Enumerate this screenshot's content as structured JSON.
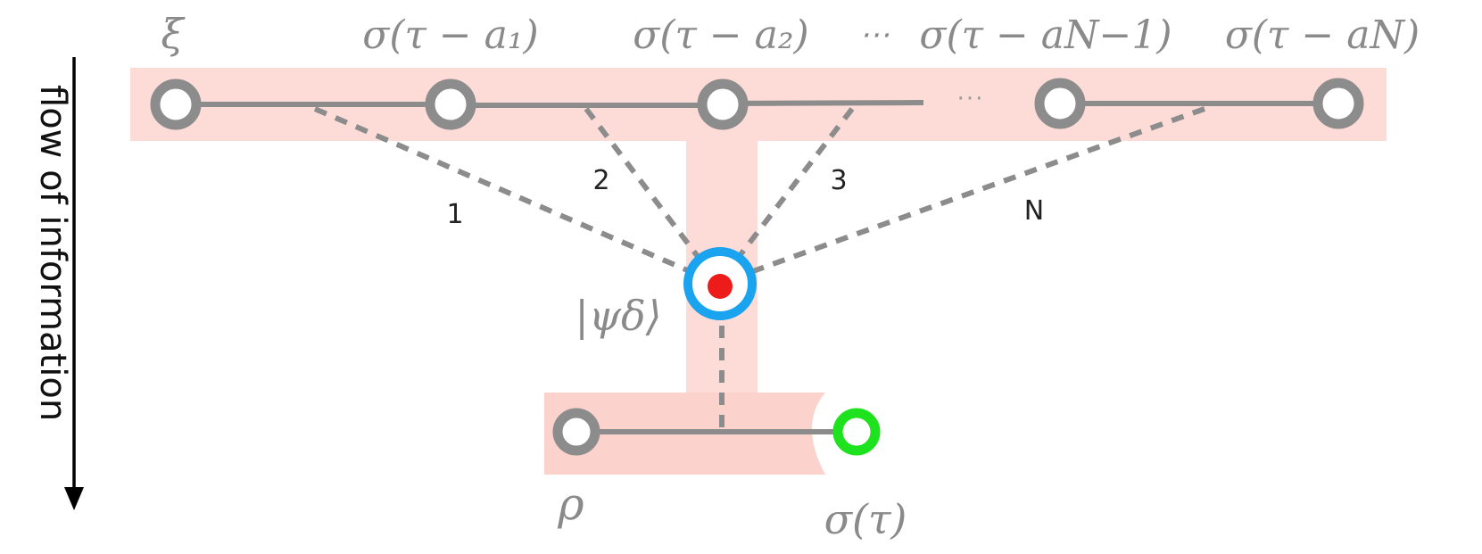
{
  "colors": {
    "band": "#fddcd8",
    "band_lower": "#fbd2cc",
    "node": "#8c8c8c",
    "edge": "#8c8c8c",
    "psi_ring": "#1aa3ef",
    "psi_core": "#ee1b1b",
    "output_ring": "#1ee21e",
    "arrow": "#000000"
  },
  "flow_label": "flow of information",
  "top_labels": {
    "xi": "ξ",
    "a1": "σ(τ − a₁)",
    "a2": "σ(τ − a₂)",
    "top_ellipsis": "⋯",
    "aNm1": "σ(τ − aN−1)",
    "aN": "σ(τ − aN)"
  },
  "row_ellipsis": "···",
  "link_numbers": [
    "1",
    "2",
    "3",
    "N"
  ],
  "psi_label": "|ψδ⟩",
  "rho_label": "ρ",
  "output_label": "σ(τ)"
}
